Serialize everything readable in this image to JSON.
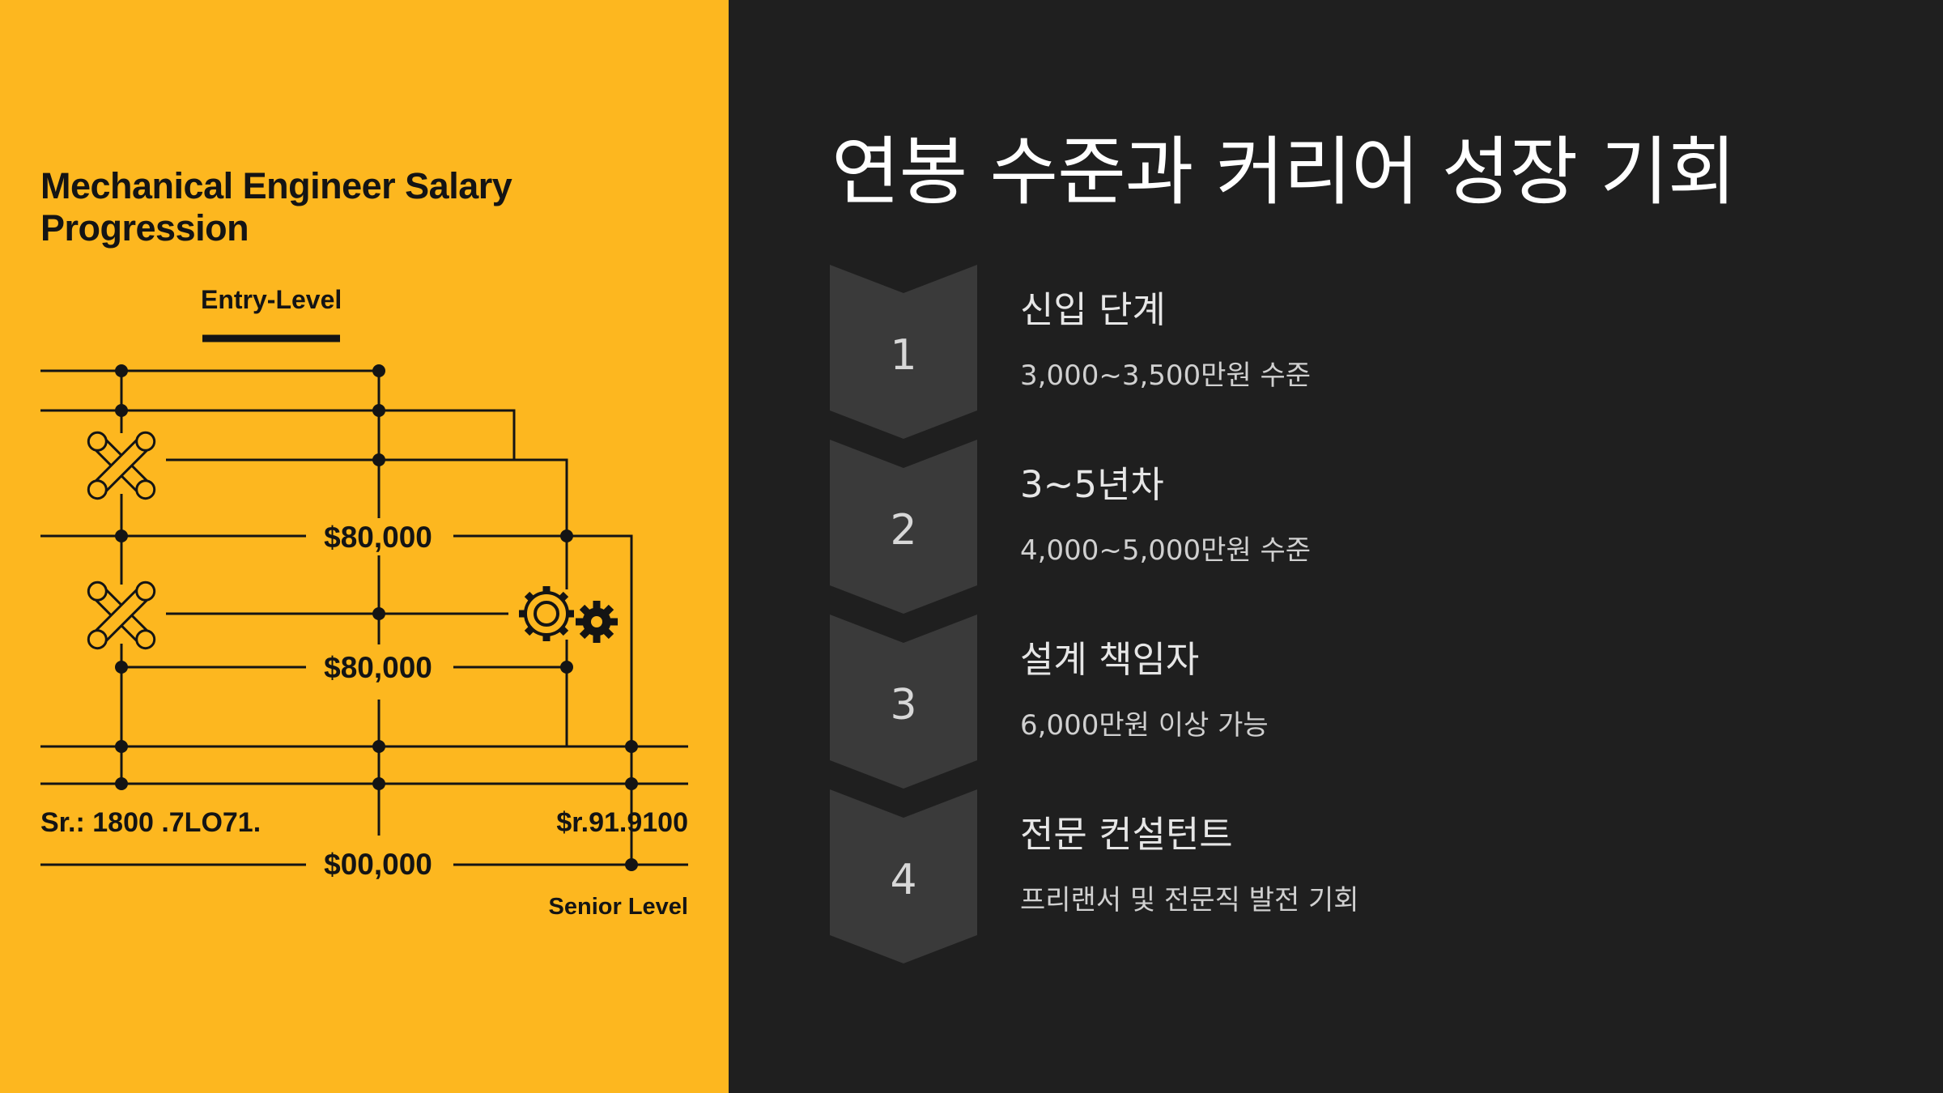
{
  "colors": {
    "accent_yellow": "#fdb71f",
    "background_dark": "#1f1f1f",
    "chevron_gray": "#3a3a3a",
    "ink": "#141414",
    "text_light": "#ffffff"
  },
  "illustration": {
    "title": "Mechanical Engineer Salary Progression",
    "entry_label": "Entry-Level",
    "senior_label": "Senior Level",
    "left_note": "Sr.: 1800 .7LO71.",
    "right_note": "$r.91.9100",
    "salaries": [
      "$80,000",
      "$80,000",
      "$00,000"
    ],
    "icons": [
      "wrench-cross-icon",
      "wrench-cross-icon",
      "gear-outline-icon",
      "gear-solid-icon"
    ]
  },
  "slide": {
    "title": "연봉 수준과 커리어 성장 기회",
    "steps": [
      {
        "number": "1",
        "title": "신입 단계",
        "description": "3,000~3,500만원 수준"
      },
      {
        "number": "2",
        "title": "3~5년차",
        "description": "4,000~5,000만원 수준"
      },
      {
        "number": "3",
        "title": "설계 책임자",
        "description": "6,000만원 이상 가능"
      },
      {
        "number": "4",
        "title": "전문 컨설턴트",
        "description": "프리랜서 및 전문직 발전 기회"
      }
    ]
  }
}
